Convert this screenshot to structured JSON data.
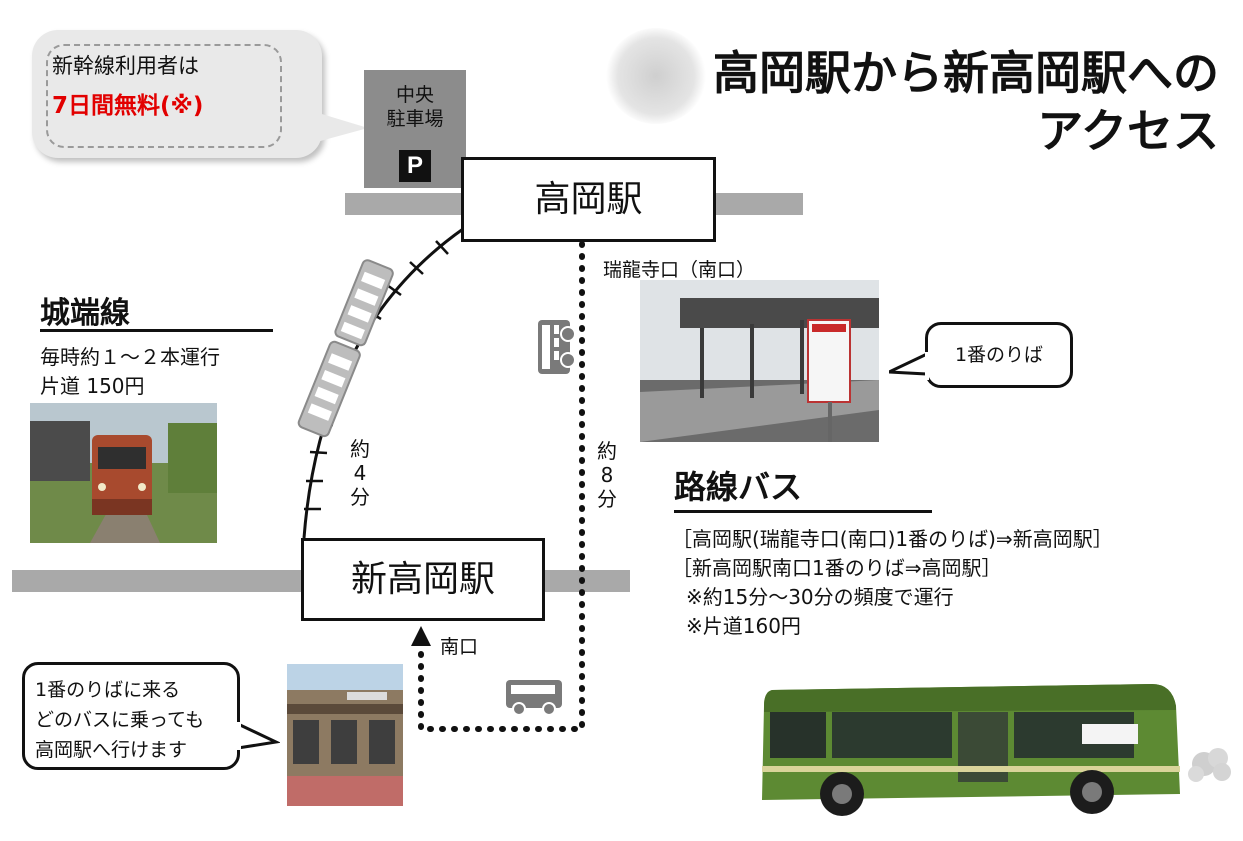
{
  "title": {
    "line1": "高岡駅から新高岡駅への",
    "line2": "アクセス"
  },
  "parking_callout": {
    "line1": "新幹線利用者は",
    "line2": "7日間無料(※)"
  },
  "parking": {
    "line1": "中央",
    "line2": "駐車場",
    "symbol": "P"
  },
  "stations": {
    "takaoka": "高岡駅",
    "shin_takaoka": "新高岡駅"
  },
  "joha_line": {
    "heading": "城端線",
    "frequency": "毎時約１～２本運行",
    "fare": "片道 150円",
    "time": [
      "約",
      "4",
      "分"
    ]
  },
  "bus_route": {
    "stop_label": "瑞龍寺口（南口）",
    "time": [
      "約",
      "8",
      "分"
    ],
    "south_exit": "南口",
    "noriba_bubble": "1番のりば",
    "heading": "路線バス",
    "line1": "［高岡駅(瑞龍寺口(南口)1番のりば)⇒新高岡駅］",
    "line2": "［新高岡駅南口1番のりば⇒高岡駅］",
    "line3": "※約15分～30分の頻度で運行",
    "line4": "※片道160円"
  },
  "info_bubble": {
    "line1": "1番のりばに来る",
    "line2": "どのバスに乗っても",
    "line3": "高岡駅へ行けます"
  },
  "colors": {
    "track": "#a9a9a9",
    "free_text": "#e20000",
    "bus_green": "#5d8a33"
  }
}
